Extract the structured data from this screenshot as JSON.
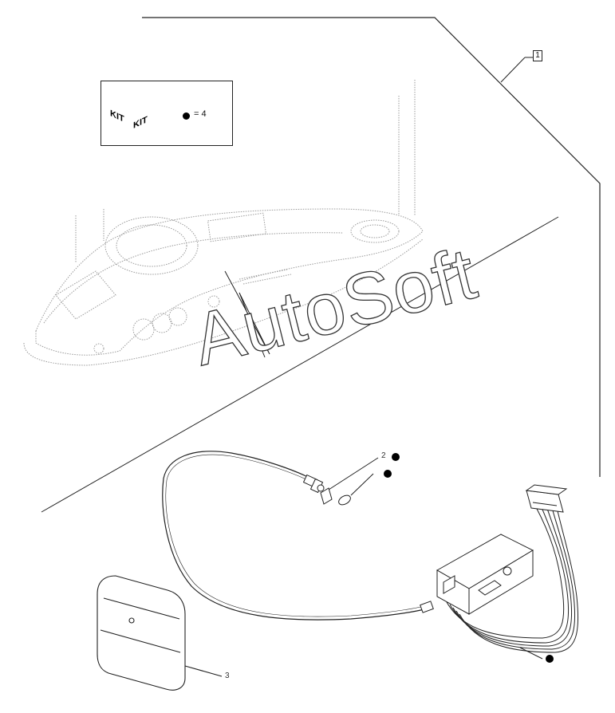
{
  "legend": {
    "kit_label_left": "KIT",
    "kit_label_right": "KIT",
    "quantity_text": "= 4"
  },
  "callouts": {
    "ref_1": "1",
    "ref_2": "2",
    "ref_3": "3"
  },
  "watermark": "AutoSoft",
  "colors": {
    "line": "#222222",
    "dotted": "#9a9a9a",
    "background": "#ffffff"
  }
}
